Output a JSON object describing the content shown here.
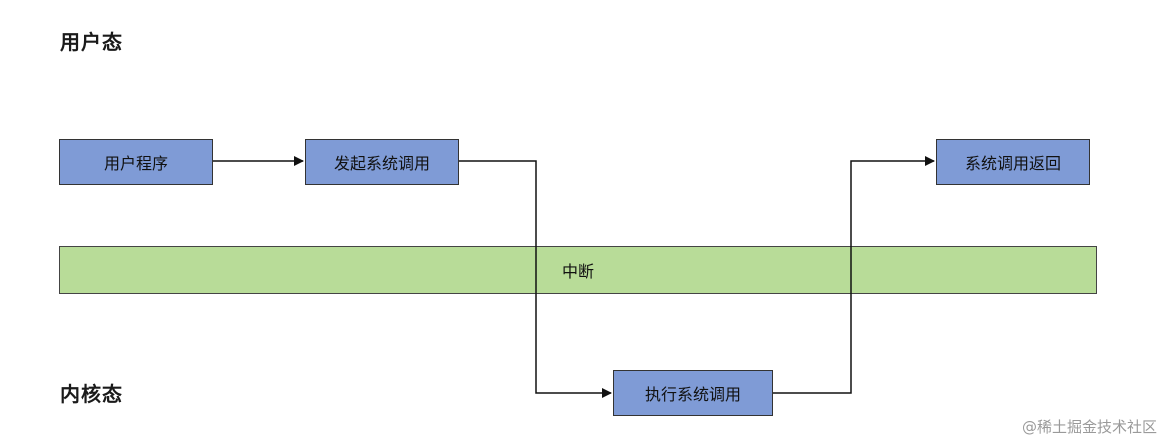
{
  "zones": {
    "user": "用户态",
    "kernel": "内核态"
  },
  "nodes": {
    "user_program": "用户程序",
    "initiate_syscall": "发起系统调用",
    "interrupt": "中断",
    "execute_syscall": "执行系统调用",
    "syscall_return": "系统调用返回"
  },
  "colors": {
    "node_fill": "#7f9bd6",
    "interrupt_fill": "#b8dc98",
    "line": "#111111"
  },
  "watermark": "@稀土掘金技术社区"
}
